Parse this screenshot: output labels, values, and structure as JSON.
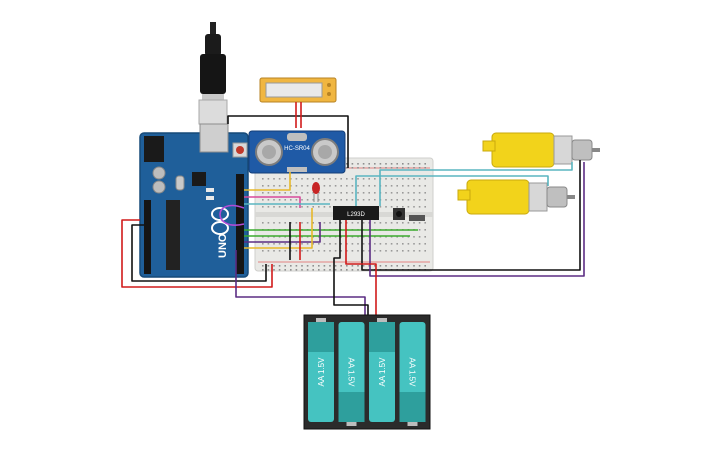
{
  "circuit": {
    "sensor_label": "HC-SR04",
    "driver_label": "L293D",
    "board_brand": "UNO",
    "battery_cells": [
      {
        "label": "AA 1.5V"
      },
      {
        "label": "AA 1.5V"
      },
      {
        "label": "AA 1.5V"
      },
      {
        "label": "AA 1.5V"
      }
    ]
  },
  "colors": {
    "arduino": "#1f5f9a",
    "breadboard": "#e9e9e6",
    "motor": "#f2d31b",
    "battery_cell": "#45c3c1",
    "wire_red": "#d11a1a",
    "wire_black": "#111111",
    "wire_green": "#3cab2f",
    "wire_purple": "#5b2d83",
    "wire_yellow": "#e7b82a",
    "wire_cyan": "#5ab5c0",
    "wire_pink": "#d84a9b"
  }
}
